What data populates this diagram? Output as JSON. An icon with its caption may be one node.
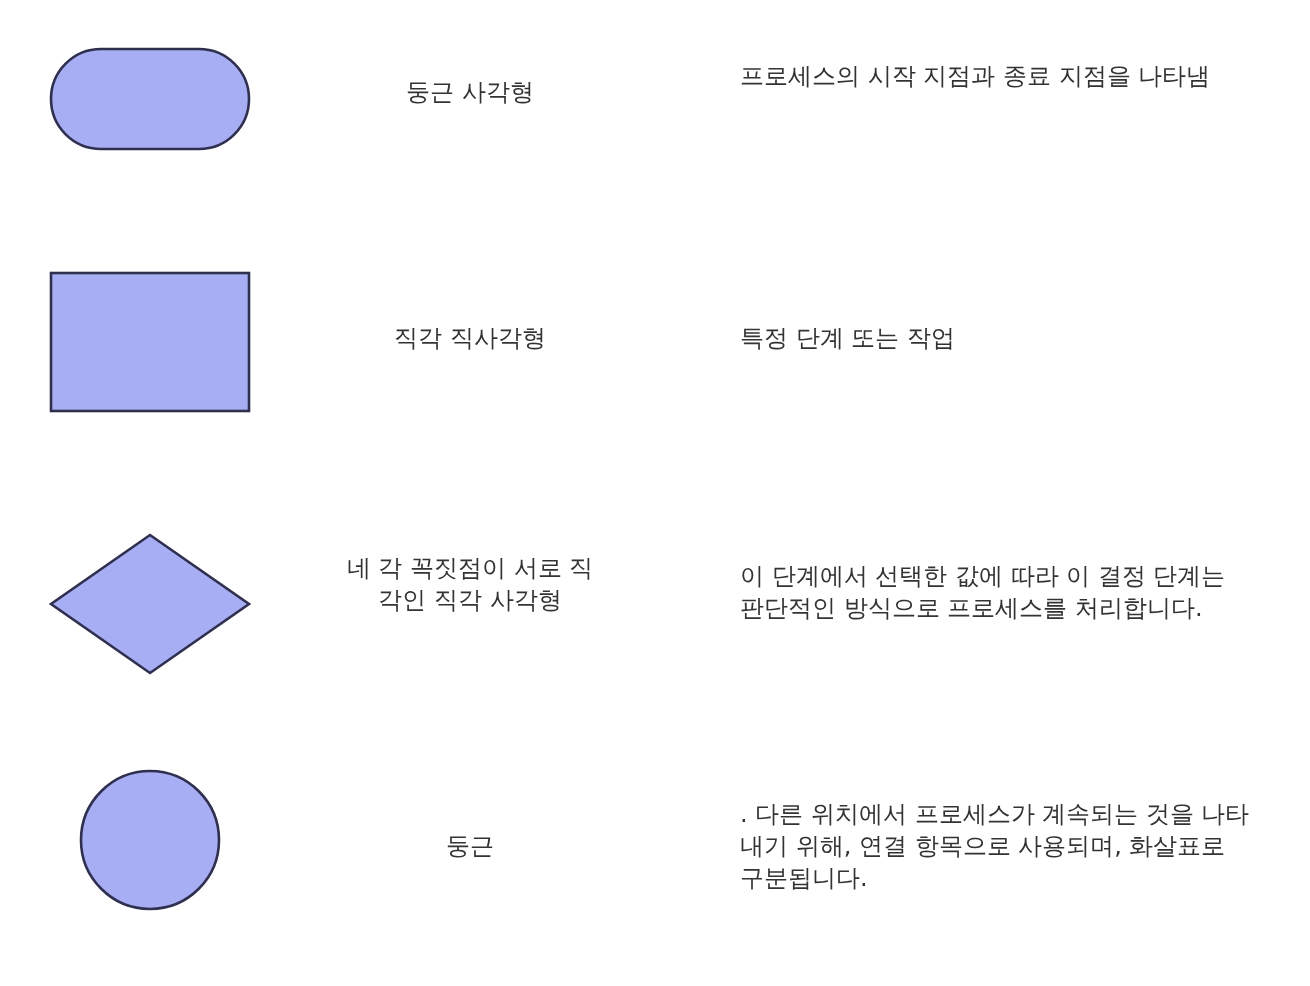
{
  "diagram": {
    "nodes": [
      {
        "text": [],
        "shape": "pill"
      },
      {
        "text": [],
        "shape": "box"
      },
      {
        "text": [],
        "shape": "diamond"
      },
      {
        "text": [],
        "shape": "circle"
      }
    ],
    "labels": [
      "둥근 사각형",
      "프로세스의 시작 지점과 종료 지점을 나타냄",
      "직각 직사각형",
      "특정 단계 또는 작업",
      "네 각 꼭짓점이 서로 직각인 직각 사각형",
      "이 단계에서 선택한 값에 따라 이 결정 단계는 판단적인 방식으로 프로세스를 처리합니다.",
      "둥근",
      ". 다른 위치에서 프로세스가 계속되는 것을 나타내기 위해, 연결 항목으로 사용되며, 화살표로 구분됩니다."
    ]
  }
}
